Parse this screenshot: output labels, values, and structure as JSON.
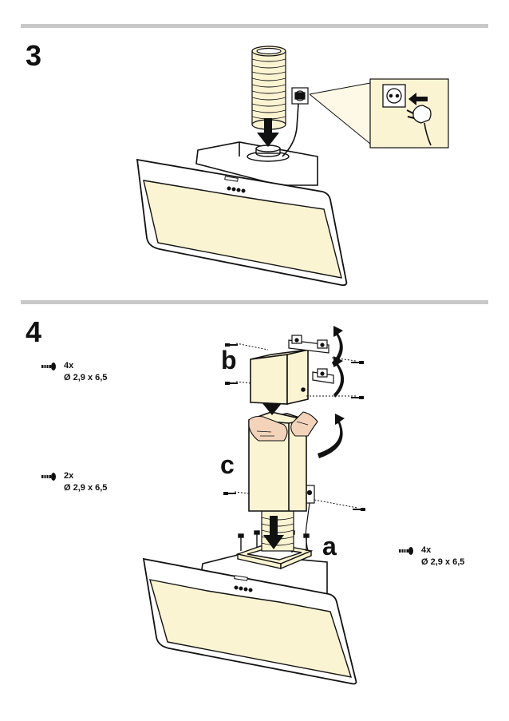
{
  "steps": {
    "step3": {
      "number": "3"
    },
    "step4": {
      "number": "4",
      "labels": {
        "a": "a",
        "b": "b",
        "c": "c"
      },
      "notes": [
        {
          "qty": "4x",
          "size": "Ø 2,9 x 6,5"
        },
        {
          "qty": "2x",
          "size": "Ø 2,9 x 6,5"
        },
        {
          "qty": "4x",
          "size": "Ø 2,9 x 6,5"
        }
      ]
    }
  },
  "colors": {
    "panel": "#fbf4d2",
    "rule": "#c8c8c8",
    "tape": "#f3d4bb",
    "line": "#111111"
  },
  "icons": [
    "screw-icon",
    "arrow-down-icon",
    "rotate-arrow-icon",
    "plug-icon",
    "socket-icon"
  ]
}
